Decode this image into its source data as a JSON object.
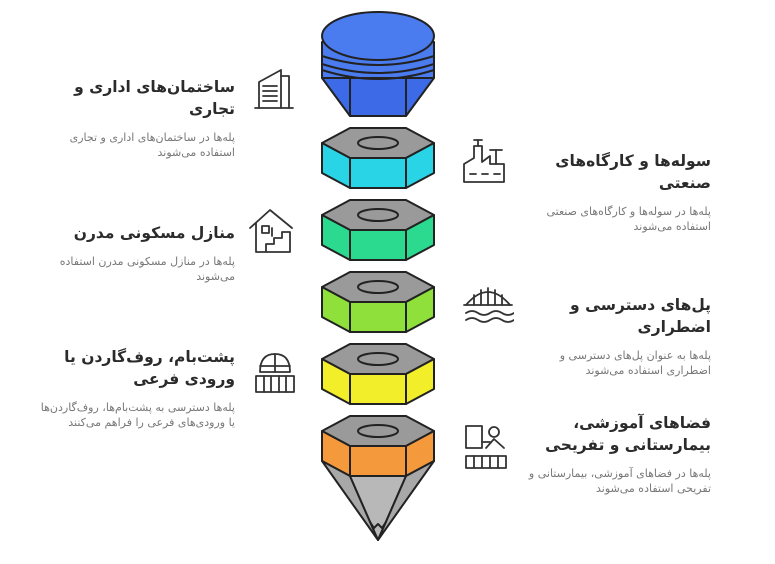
{
  "left_items": [
    {
      "title": "ساختمان‌های اداری و تجاری",
      "desc": "پله‌ها در ساختمان‌های اداری و تجاری استفاده می‌شوند",
      "icon": "office-building-icon"
    },
    {
      "title": "منازل مسکونی مدرن",
      "desc": "پله‌ها در منازل مسکونی مدرن استفاده می‌شوند",
      "icon": "house-stairs-icon"
    },
    {
      "title": "پشت‌بام، روف‌گاردن یا ورودی فرعی",
      "desc": "پله‌ها دسترسی به پشت‌بام‌ها، روف‌گاردن‌ها یا ورودی‌های فرعی را فراهم می‌کنند",
      "icon": "greenhouse-icon"
    }
  ],
  "right_items": [
    {
      "title": "سوله‌ها و کارگاه‌های صنعتی",
      "desc": "پله‌ها در سوله‌ها و کارگاه‌های صنعتی استفاده می‌شوند",
      "icon": "factory-icon"
    },
    {
      "title": "پل‌های دسترسی و اضطراری",
      "desc": "پله‌ها به عنوان پل‌های دسترسی و اضطراری استفاده می‌شوند",
      "icon": "bridge-icon"
    },
    {
      "title": "فضاهای آموزشی، بیمارستانی و تفریحی",
      "desc": "پله‌ها در فضاهای آموزشی، بیمارستانی و تفریحی استفاده می‌شوند",
      "icon": "classroom-icon"
    }
  ],
  "stack": {
    "top_color": "#4a7cf0",
    "segment_colors": [
      "#29d4e6",
      "#2bd98f",
      "#8fe03a",
      "#f2ee2a",
      "#f59a3c"
    ],
    "tip_color": "#b5b5b5"
  }
}
